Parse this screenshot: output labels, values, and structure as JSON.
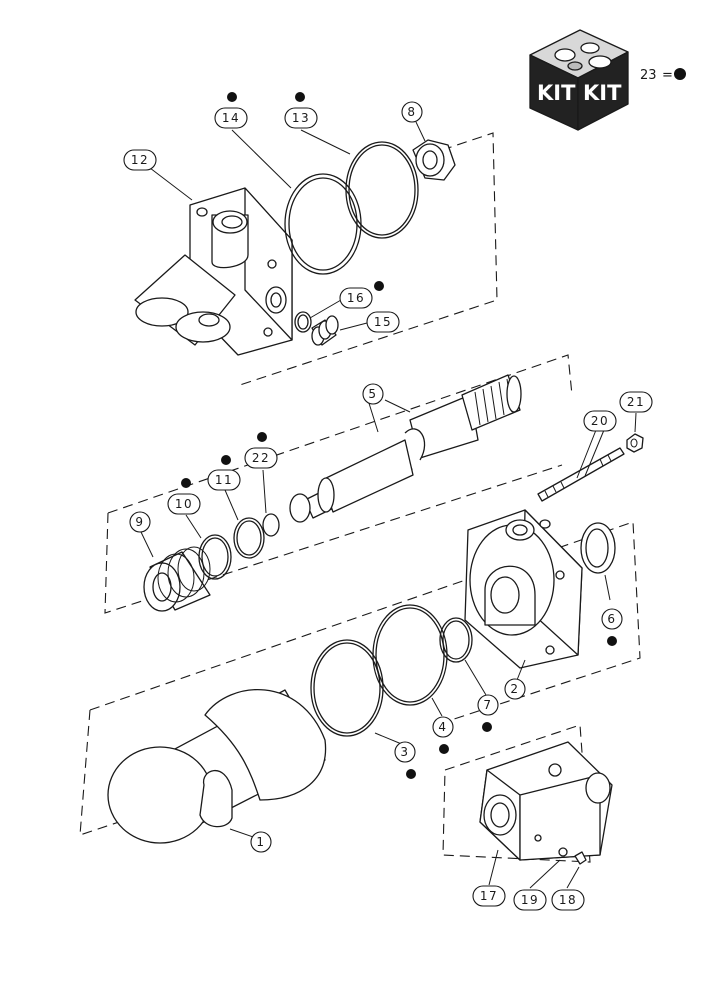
{
  "kit": {
    "label_left": "KIT",
    "label_right": "KIT",
    "legend_number": "23",
    "legend_equals": "="
  },
  "callouts": [
    {
      "id": "1",
      "label": "1",
      "kit": false
    },
    {
      "id": "2",
      "label": "2",
      "kit": false
    },
    {
      "id": "3",
      "label": "3",
      "kit": true
    },
    {
      "id": "4",
      "label": "4",
      "kit": true
    },
    {
      "id": "5",
      "label": "5",
      "kit": false
    },
    {
      "id": "6",
      "label": "6",
      "kit": true
    },
    {
      "id": "7",
      "label": "7",
      "kit": true
    },
    {
      "id": "8",
      "label": "8",
      "kit": false
    },
    {
      "id": "9",
      "label": "9",
      "kit": false
    },
    {
      "id": "10",
      "label": "10",
      "kit": true
    },
    {
      "id": "11",
      "label": "11",
      "kit": true
    },
    {
      "id": "12",
      "label": "12",
      "kit": false
    },
    {
      "id": "13",
      "label": "13",
      "kit": true
    },
    {
      "id": "14",
      "label": "14",
      "kit": true
    },
    {
      "id": "15",
      "label": "15",
      "kit": false
    },
    {
      "id": "16",
      "label": "16",
      "kit": true
    },
    {
      "id": "17",
      "label": "17",
      "kit": false
    },
    {
      "id": "18",
      "label": "18",
      "kit": false
    },
    {
      "id": "19",
      "label": "19",
      "kit": false
    },
    {
      "id": "20",
      "label": "20",
      "kit": false
    },
    {
      "id": "21",
      "label": "21",
      "kit": false
    },
    {
      "id": "22",
      "label": "22",
      "kit": true
    }
  ]
}
